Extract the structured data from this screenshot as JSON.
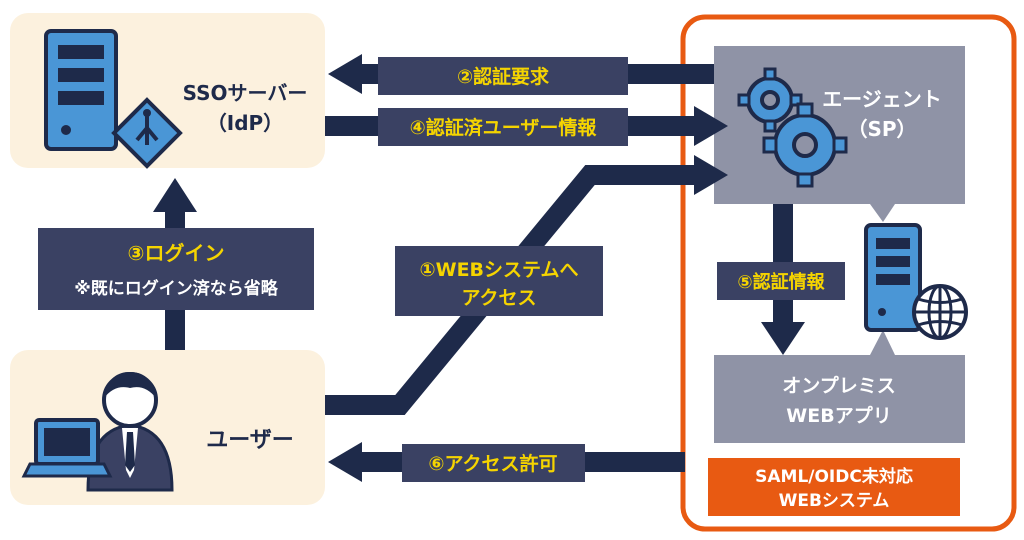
{
  "nodes": {
    "sso_server": {
      "title": "SSOサーバー",
      "subtitle": "（IdP）"
    },
    "agent": {
      "title": "エージェント",
      "subtitle": "（SP）"
    },
    "user": {
      "title": "ユーザー"
    },
    "onprem_app": {
      "line1": "オンプレミス",
      "line2": "WEBアプリ"
    },
    "system_badge": {
      "line1": "SAML/OIDC未対応",
      "line2": "WEBシステム"
    }
  },
  "steps": {
    "step1": {
      "line1": "①WEBシステムへ",
      "line2": "アクセス"
    },
    "step2": {
      "label": "②認証要求"
    },
    "step3": {
      "line1": "③ログイン",
      "line2": "※既にログイン済なら省略"
    },
    "step4": {
      "label": "④認証済ユーザー情報"
    },
    "step5": {
      "label": "⑤認証情報"
    },
    "step6": {
      "label": "⑥アクセス許可"
    }
  },
  "colors": {
    "navy": "#1e2a4a",
    "node_bg": "#fcf1de",
    "label_bg": "#3a4163",
    "label_text_yellow": "#f5d400",
    "label_text_white": "#ffffff",
    "orange": "#e85a12",
    "gray_box": "#8f93a6",
    "icon_blue": "#4a96d6"
  },
  "icons": {
    "sso_server": "server-with-sso-icon",
    "agent": "gears-icon",
    "user": "user-with-laptop-icon",
    "web_server": "server-with-globe-icon"
  }
}
